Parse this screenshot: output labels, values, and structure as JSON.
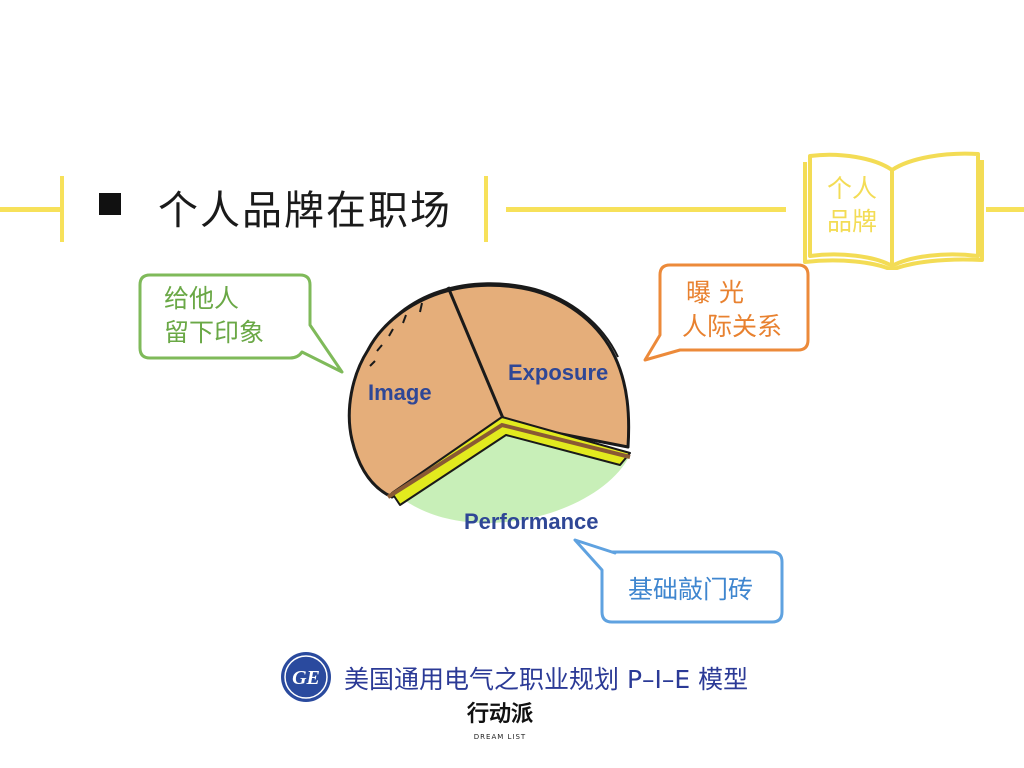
{
  "title": {
    "bullet": "■",
    "text": "个人品牌在职场"
  },
  "book_icon": {
    "line1": "个人",
    "line2": "品牌"
  },
  "bubbles": {
    "image_note": {
      "line1": "给他人",
      "line2": "留下印象"
    },
    "exposure_note": {
      "line1": "曝 光",
      "line2": "人际关系"
    },
    "performance_note": {
      "line1": "基础敲门砖"
    }
  },
  "pie": {
    "image_label": "Image",
    "exposure_label": "Exposure",
    "performance_label": "Performance"
  },
  "footer": {
    "caption": "美国通用电气之职业规划 P–I–E 模型",
    "logo_text": "GE",
    "brand": "行动派",
    "brand_sub": "DREAM LIST"
  },
  "colors": {
    "accent_yellow": "#f7e15a",
    "crust": "#e5ae7a",
    "filling": "#e2ea1e",
    "performance_green": "#c8efb8",
    "label_blue": "#2f4796",
    "green_bubble": "#7fba5a",
    "orange_bubble": "#ec8a3a",
    "blue_bubble": "#5fa2e0"
  }
}
